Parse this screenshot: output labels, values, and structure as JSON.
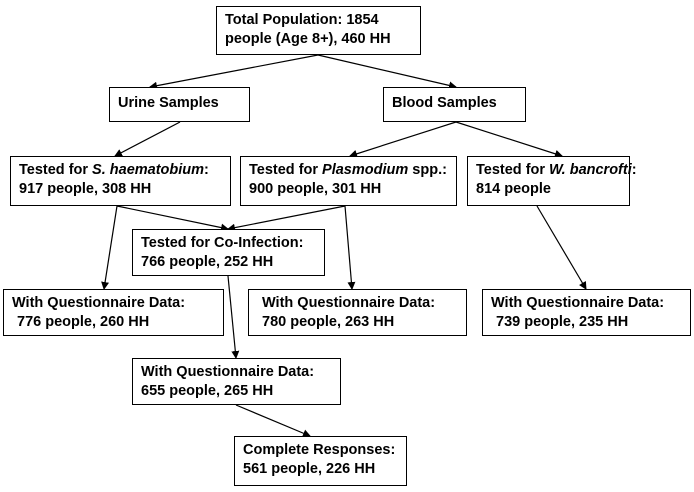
{
  "nodes": {
    "total": {
      "line1": "Total Population: 1854",
      "line2": "people (Age 8+), 460 HH"
    },
    "urine": {
      "line1": "Urine Samples"
    },
    "blood": {
      "line1": "Blood Samples"
    },
    "sh": {
      "prefix": "Tested for ",
      "italic": "S. haematobium",
      "suffix": ":",
      "line2": "917 people, 308 HH"
    },
    "plas": {
      "prefix": "Tested for ",
      "italic": "Plasmodium",
      "suffix": " spp.:",
      "line2": "900 people, 301 HH"
    },
    "wb": {
      "prefix": "Tested for ",
      "italic": "W. bancrofti",
      "suffix": ":",
      "line2": "814 people"
    },
    "coinf": {
      "line1": "Tested for Co-Infection:",
      "line2": "766 people, 252 HH"
    },
    "q_sh": {
      "line1": "With Questionnaire Data:",
      "line2": "776 people, 260 HH"
    },
    "q_plas": {
      "line1": "With Questionnaire Data:",
      "line2": "780 people, 263 HH"
    },
    "q_wb": {
      "line1": "With Questionnaire Data:",
      "line2": "739 people, 235 HH"
    },
    "q_coinf": {
      "line1": "With Questionnaire Data:",
      "line2": "655 people, 265 HH"
    },
    "complete": {
      "line1": "Complete Responses:",
      "line2": "561 people, 226 HH"
    }
  }
}
